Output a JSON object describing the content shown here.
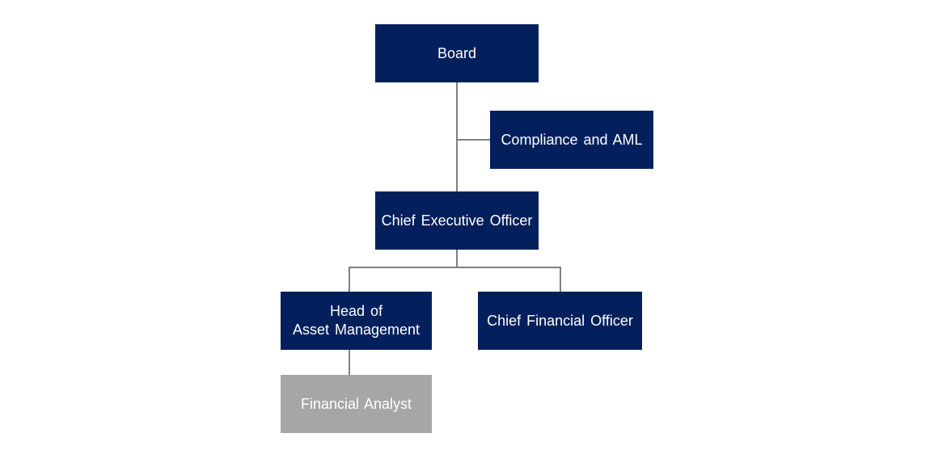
{
  "org_chart": {
    "colors": {
      "node_fill": "#03205d",
      "node_fill_muted": "#a6a6a6",
      "node_text": "#ffffff",
      "connector": "#808080"
    },
    "board": {
      "label": "Board"
    },
    "compliance": {
      "label": "Compliance and AML"
    },
    "ceo": {
      "label": "Chief Executive Officer"
    },
    "head_asset_management": {
      "label_line1": "Head of",
      "label_line2": "Asset Management"
    },
    "cfo": {
      "label": "Chief Financial Officer"
    },
    "financial_analyst": {
      "label": "Financial Analyst"
    }
  }
}
